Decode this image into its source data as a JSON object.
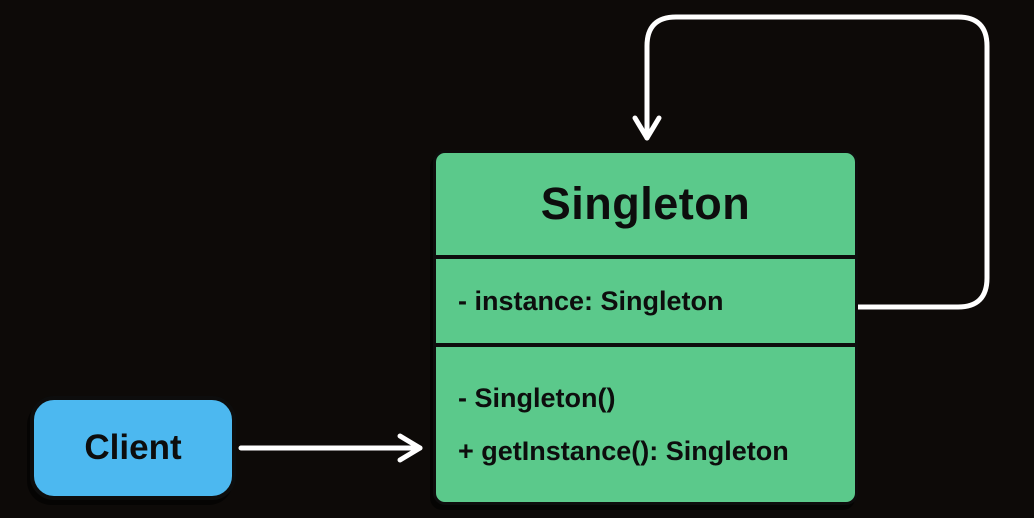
{
  "background_color": "#0d0a08",
  "uml": {
    "class_box": {
      "name": "Singleton",
      "attributes": [
        "- instance: Singleton"
      ],
      "methods": [
        "- Singleton()",
        "+ getInstance(): Singleton"
      ],
      "fill": "#5bc98b",
      "border_color": "#0d0d0d"
    },
    "client_box": {
      "label": "Client",
      "fill": "#4cb8f0",
      "border_color": "#0d0d0d"
    },
    "connectors": [
      {
        "name": "client-to-singleton-association",
        "from": "Client",
        "to": "Singleton",
        "style": "solid-open-arrow",
        "color": "#ffffff"
      },
      {
        "name": "singleton-self-reference",
        "from": "Singleton attributes compartment",
        "to": "Singleton top",
        "style": "solid-open-arrow",
        "color": "#ffffff"
      }
    ]
  }
}
